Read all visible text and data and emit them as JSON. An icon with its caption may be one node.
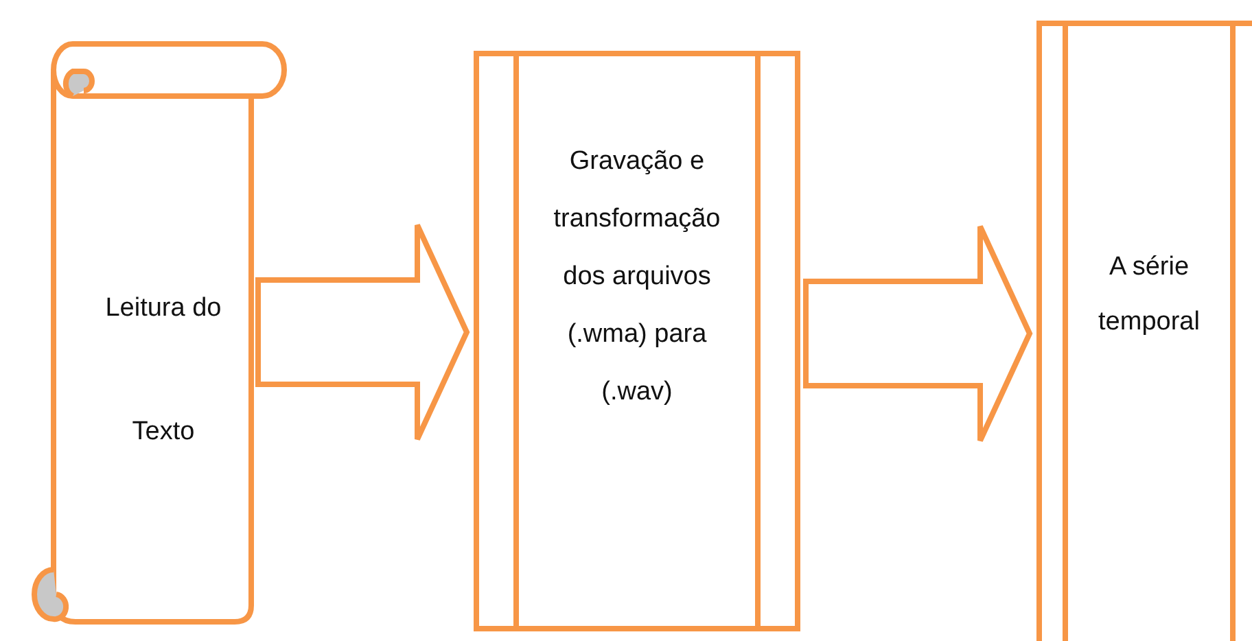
{
  "diagram": {
    "nodes": [
      {
        "text": [
          "Leitura do Texto"
        ]
      },
      {
        "text": [
          "Gravação e transformação dos arquivos (.wma) para (.wav)"
        ]
      },
      {
        "text": [
          "A série temporal"
        ]
      }
    ],
    "edges": [
      {
        "from": 0,
        "to": 1,
        "arrow": "to"
      },
      {
        "from": 1,
        "to": 2,
        "arrow": "to"
      }
    ]
  }
}
